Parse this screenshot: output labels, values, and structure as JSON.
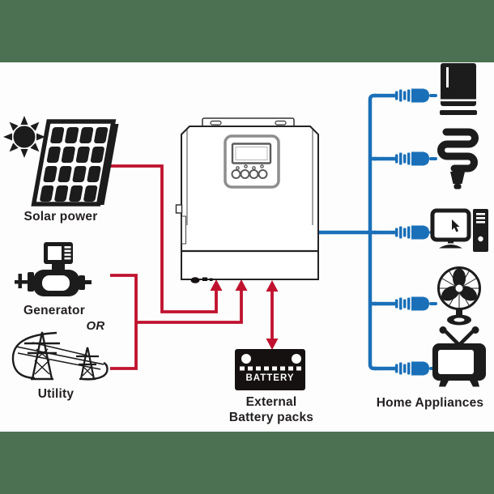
{
  "colors": {
    "band_green": "#4b7152",
    "line_red": "#c0122f",
    "line_blue": "#1a70b8",
    "ink": "#231f20",
    "icon_black": "#1c1c1c"
  },
  "sources": {
    "solar": {
      "label": "Solar power",
      "icon": "solar-panel-icon"
    },
    "generator": {
      "label": "Generator",
      "icon": "generator-icon"
    },
    "or_label": "OR",
    "utility": {
      "label": "Utility",
      "icon": "utility-towers-icon"
    }
  },
  "inverter": {
    "icon": "inverter-unit-icon"
  },
  "battery": {
    "panel_text": "BATTERY",
    "caption_line1": "External",
    "caption_line2": "Battery packs",
    "icon": "battery-icon"
  },
  "appliances": {
    "caption": "Home Appliances",
    "items": [
      {
        "icon": "refrigerator-icon"
      },
      {
        "icon": "cfl-bulb-icon"
      },
      {
        "icon": "desktop-computer-icon"
      },
      {
        "icon": "fan-icon"
      },
      {
        "icon": "television-icon"
      }
    ]
  }
}
